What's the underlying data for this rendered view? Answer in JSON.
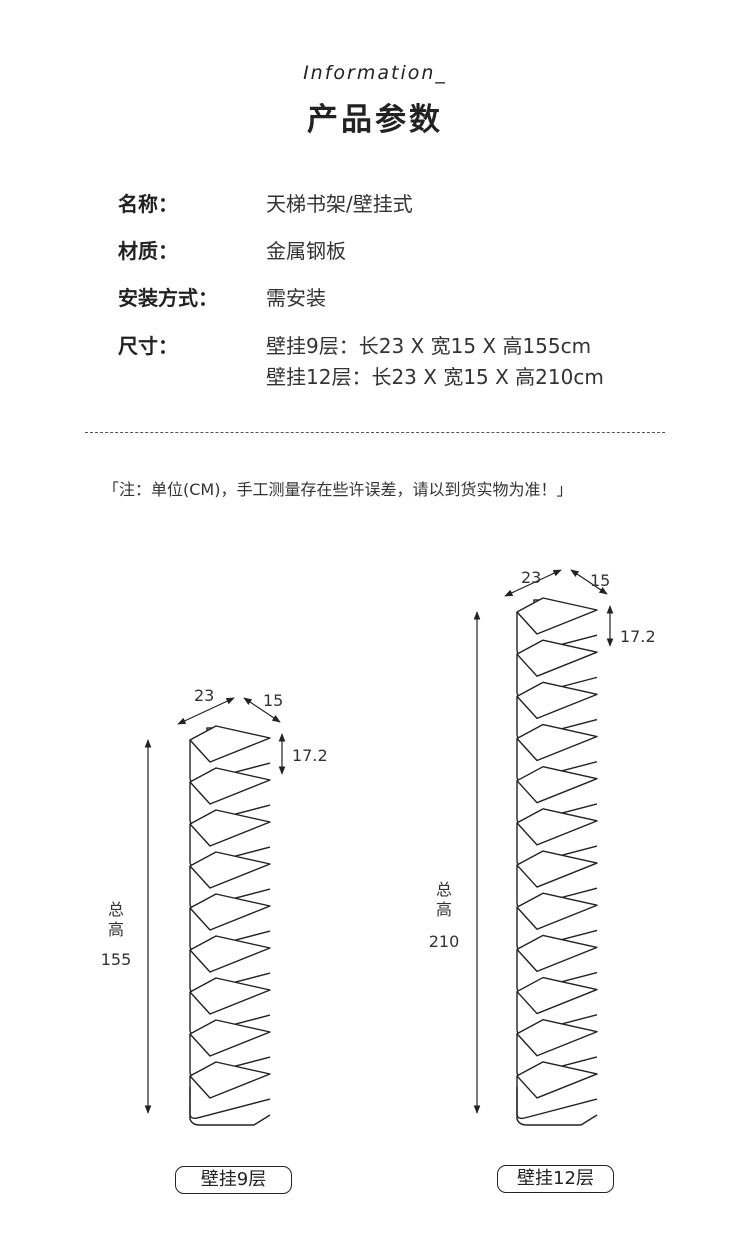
{
  "header": {
    "title_en": "Information_",
    "title_cn": "产品参数"
  },
  "specs": [
    {
      "label": "名称：",
      "lines": [
        "天梯书架/壁挂式"
      ]
    },
    {
      "label": "材质：",
      "lines": [
        "金属钢板"
      ]
    },
    {
      "label": "安装方式：",
      "lines": [
        "需安装"
      ]
    },
    {
      "label": "尺寸：",
      "lines": [
        "壁挂9层：长23 X 宽15 X 高155cm",
        "壁挂12层：长23 X 宽15 X 高210cm"
      ]
    }
  ],
  "note": "「注：单位(CM)，手工测量存在些许误差，请以到货实物为准！」",
  "diagrams": [
    {
      "shelves": 9,
      "length": "23",
      "width": "15",
      "spacing": "17.2",
      "total_label": [
        "总",
        "高"
      ],
      "total_value": "155",
      "label": "壁挂9层"
    },
    {
      "shelves": 12,
      "length": "23",
      "width": "15",
      "spacing": "17.2",
      "total_label": [
        "总",
        "高"
      ],
      "total_value": "210",
      "label": "壁挂12层"
    }
  ]
}
